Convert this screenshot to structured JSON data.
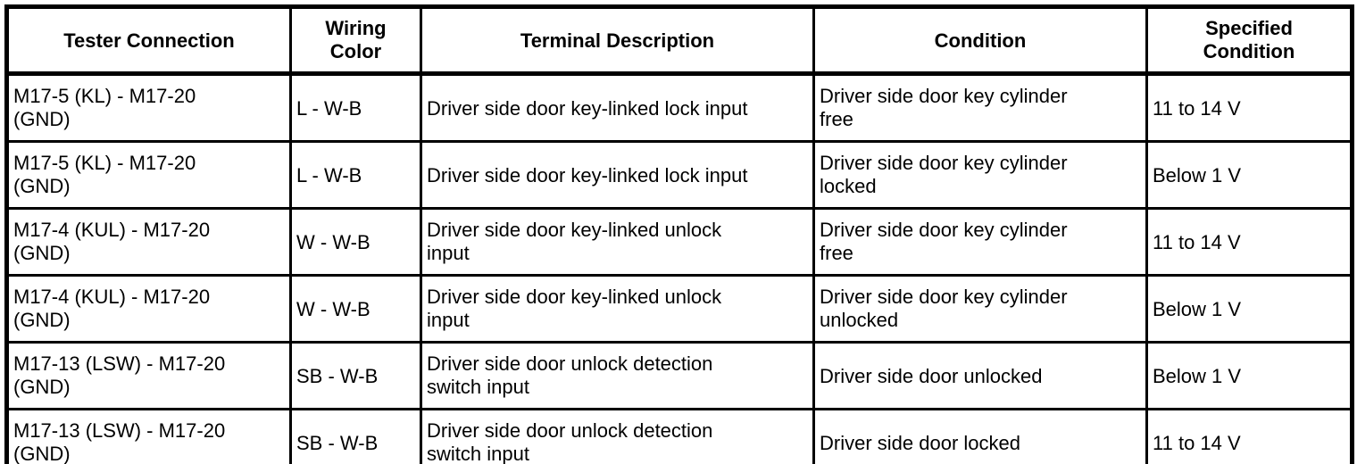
{
  "colors": {
    "border": "#000000",
    "text": "#000000",
    "background": "#ffffff"
  },
  "table": {
    "columns": [
      {
        "label": "Tester Connection"
      },
      {
        "label": "Wiring Color"
      },
      {
        "label": "Terminal Description"
      },
      {
        "label": "Condition"
      },
      {
        "label": "Specified Condition"
      }
    ],
    "rows": [
      {
        "tester_connection": "M17-5 (KL) - M17-20 (GND)",
        "wiring_color": "L - W-B",
        "terminal_description": "Driver side door key-linked lock input",
        "condition": "Driver side door key cylinder free",
        "specified_condition": "11 to 14 V"
      },
      {
        "tester_connection": "M17-5 (KL) - M17-20 (GND)",
        "wiring_color": "L - W-B",
        "terminal_description": "Driver side door key-linked lock input",
        "condition": "Driver side door key cylinder locked",
        "specified_condition": "Below 1 V"
      },
      {
        "tester_connection": "M17-4 (KUL) - M17-20 (GND)",
        "wiring_color": "W - W-B",
        "terminal_description": "Driver side door key-linked unlock input",
        "condition": "Driver side door key cylinder free",
        "specified_condition": "11 to 14 V"
      },
      {
        "tester_connection": "M17-4 (KUL) - M17-20 (GND)",
        "wiring_color": "W - W-B",
        "terminal_description": "Driver side door key-linked unlock input",
        "condition": "Driver side door key cylinder unlocked",
        "specified_condition": "Below 1 V"
      },
      {
        "tester_connection": "M17-13 (LSW) - M17-20 (GND)",
        "wiring_color": "SB - W-B",
        "terminal_description": "Driver side door unlock detection switch input",
        "condition": "Driver side door unlocked",
        "specified_condition": "Below 1 V"
      },
      {
        "tester_connection": "M17-13 (LSW) - M17-20 (GND)",
        "wiring_color": "SB - W-B",
        "terminal_description": "Driver side door unlock detection switch input",
        "condition": "Driver side door locked",
        "specified_condition": "11 to 14 V"
      }
    ]
  }
}
